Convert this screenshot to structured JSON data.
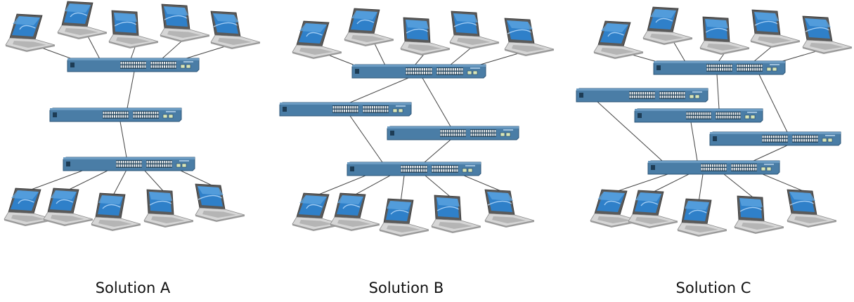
{
  "solutions": [
    {
      "label": "Solution A",
      "switches": [
        "top",
        "middle",
        "bottom"
      ],
      "links": [
        [
          "top",
          "middle"
        ],
        [
          "middle",
          "bottom"
        ]
      ]
    },
    {
      "label": "Solution B",
      "switches": [
        "top",
        "left",
        "right",
        "bottom"
      ],
      "links": [
        [
          "top",
          "left"
        ],
        [
          "top",
          "right"
        ],
        [
          "left",
          "bottom"
        ],
        [
          "right",
          "bottom"
        ]
      ]
    },
    {
      "label": "Solution C",
      "switches": [
        "top",
        "s2",
        "s3",
        "s4",
        "bottom"
      ],
      "links": [
        [
          "top",
          "s3"
        ],
        [
          "top",
          "s4"
        ],
        [
          "s2",
          "bottom"
        ],
        [
          "s3",
          "bottom"
        ],
        [
          "s4",
          "bottom"
        ]
      ]
    }
  ],
  "colors": {
    "switch_body": "#4a7da6",
    "switch_edge": "#2c5577",
    "port": "#f2f2f2",
    "screen": "#2f80c9",
    "laptop_body": "#d6d6d6",
    "link": "#444444"
  },
  "icons": [
    "laptop-icon",
    "switch-icon"
  ]
}
